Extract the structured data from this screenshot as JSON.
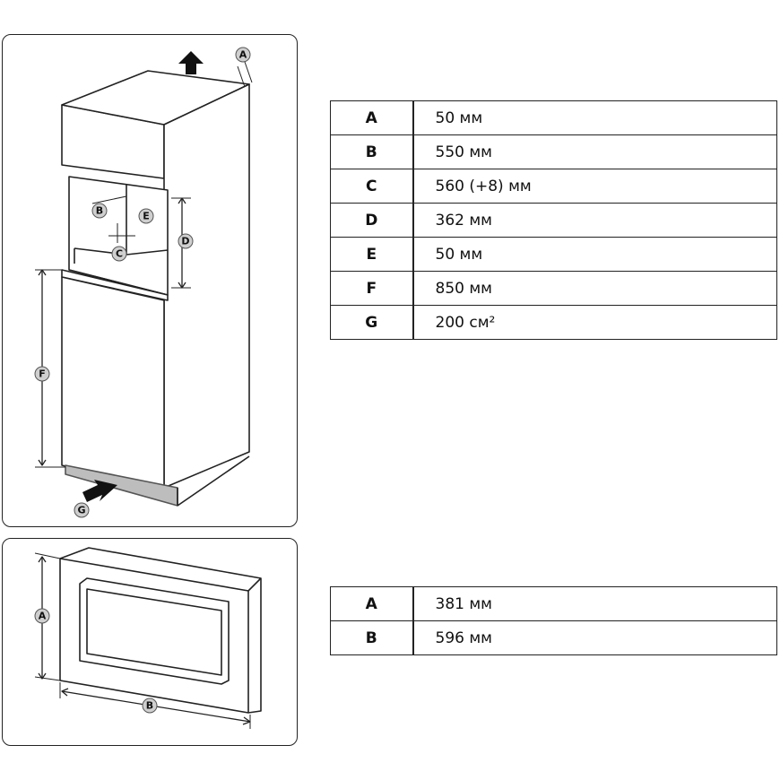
{
  "diagram_top": {
    "labels": [
      "A",
      "B",
      "C",
      "D",
      "E",
      "F",
      "G"
    ]
  },
  "diagram_bottom": {
    "labels": [
      "A",
      "B"
    ]
  },
  "table_top": {
    "rows": [
      {
        "key": "A",
        "value": "50 мм"
      },
      {
        "key": "B",
        "value": "550 мм"
      },
      {
        "key": "C",
        "value": "560 (+8) мм"
      },
      {
        "key": "D",
        "value": "362 мм"
      },
      {
        "key": "E",
        "value": "50 мм"
      },
      {
        "key": "F",
        "value": "850 мм"
      },
      {
        "key": "G",
        "value": "200 см²"
      }
    ]
  },
  "table_bottom": {
    "rows": [
      {
        "key": "A",
        "value": "381 мм"
      },
      {
        "key": "B",
        "value": "596 мм"
      }
    ]
  },
  "colors": {
    "line": "#222222",
    "label_fill": "#cfcfcf",
    "vent_fill": "#bdbdbd"
  }
}
